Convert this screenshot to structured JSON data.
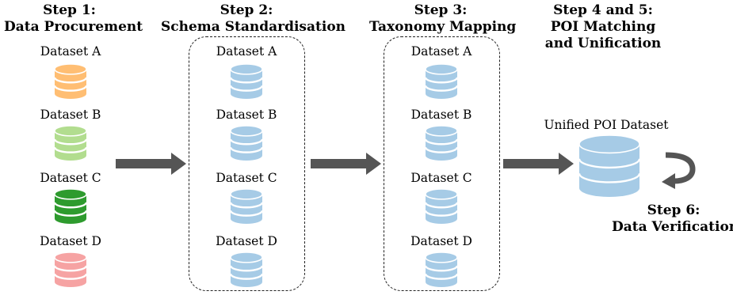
{
  "steps": {
    "step1": {
      "line1": "Step 1:",
      "line2": "Data Procurement"
    },
    "step2": {
      "line1": "Step 2:",
      "line2": "Schema Standardisation"
    },
    "step3": {
      "line1": "Step 3:",
      "line2": "Taxonomy Mapping"
    },
    "step45": {
      "line1": "Step 4 and 5:",
      "line2": "POI Matching",
      "line3": "and Unification"
    },
    "step6": {
      "line1": "Step 6:",
      "line2": "Data Verification"
    }
  },
  "raw_datasets": [
    {
      "label": "Dataset A",
      "color": "#ffbe73"
    },
    {
      "label": "Dataset B",
      "color": "#b2dd8f"
    },
    {
      "label": "Dataset C",
      "color": "#2e9b2e"
    },
    {
      "label": "Dataset D",
      "color": "#f6a3a3"
    }
  ],
  "standardised_datasets": [
    {
      "label": "Dataset A"
    },
    {
      "label": "Dataset B"
    },
    {
      "label": "Dataset C"
    },
    {
      "label": "Dataset D"
    }
  ],
  "mapped_datasets": [
    {
      "label": "Dataset A"
    },
    {
      "label": "Dataset B"
    },
    {
      "label": "Dataset C"
    },
    {
      "label": "Dataset D"
    }
  ],
  "unified": {
    "label": "Unified POI Dataset"
  },
  "colors": {
    "processed_db": "#a6cbe6",
    "arrow": "#555555"
  }
}
